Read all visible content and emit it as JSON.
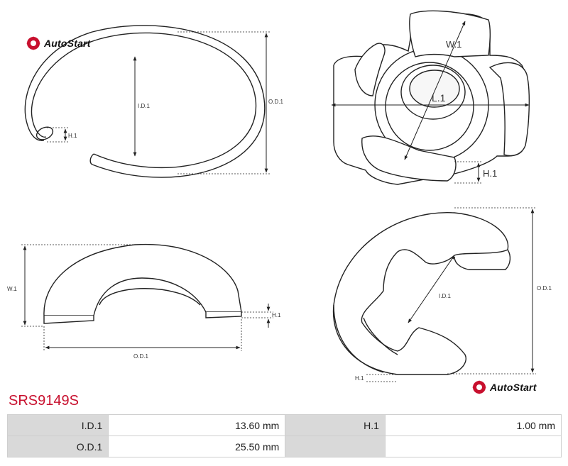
{
  "brand": {
    "name": "AutoStart",
    "accent": "#c8102e"
  },
  "part_number": "SRS9149S",
  "views": {
    "ring": {
      "id_label": "I.D.1",
      "od_label": "O.D.1",
      "h_label": "H.1"
    },
    "cap_iso": {
      "w_label": "W.1",
      "l_label": "L.1",
      "h_label": "H.1"
    },
    "cap_side": {
      "w_label": "W.1",
      "od_label": "O.D.1",
      "h_label": "H.1"
    },
    "cap_top": {
      "id_label": "I.D.1",
      "od_label": "O.D.1",
      "h_label": "H.1"
    }
  },
  "specs": [
    {
      "label": "I.D.1",
      "value": "13.60 mm",
      "label2": "H.1",
      "value2": "1.00 mm"
    },
    {
      "label": "O.D.1",
      "value": "25.50 mm",
      "label2": "",
      "value2": ""
    }
  ]
}
